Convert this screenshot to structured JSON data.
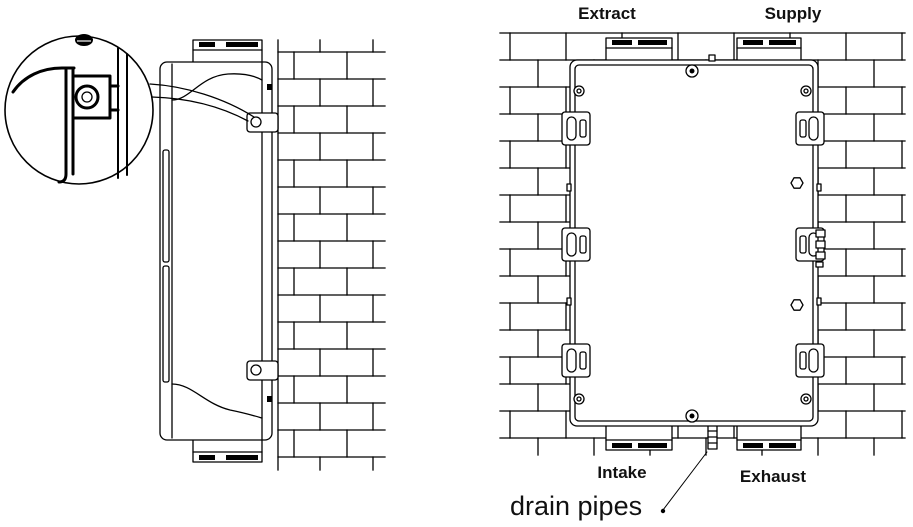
{
  "labels": {
    "extract": "Extract",
    "supply": "Supply",
    "intake": "Intake",
    "exhaust": "Exhaust",
    "drain_pipes": "drain pipes"
  },
  "colors": {
    "line": "#000000",
    "background": "#ffffff"
  }
}
